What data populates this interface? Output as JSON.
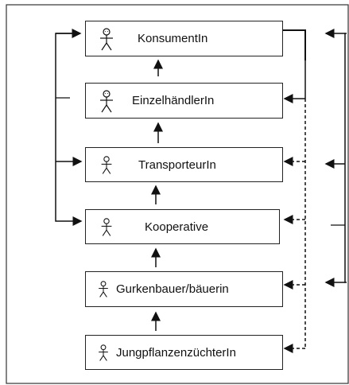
{
  "diagram": {
    "nodes": [
      {
        "id": "konsument",
        "label": "KonsumentIn",
        "icon": "stick-figure-icon"
      },
      {
        "id": "einzelhaendler",
        "label": "EinzelhändlerIn",
        "icon": "stick-figure-icon"
      },
      {
        "id": "transporteur",
        "label": "TransporteurIn",
        "icon": "stick-figure-icon"
      },
      {
        "id": "kooperative",
        "label": "Kooperative",
        "icon": "stick-figure-icon"
      },
      {
        "id": "gurkenbauer",
        "label": "Gurkenbauer/bäuerin",
        "icon": "stick-figure-icon"
      },
      {
        "id": "jungpflanzen",
        "label": "JungpflanzenzüchterIn",
        "icon": "stick-figure-icon"
      }
    ],
    "flow": "upward chain from JungpflanzenzüchterIn to KonsumentIn",
    "colors": {
      "line": "#111111",
      "border": "#222222",
      "background": "#ffffff"
    }
  }
}
